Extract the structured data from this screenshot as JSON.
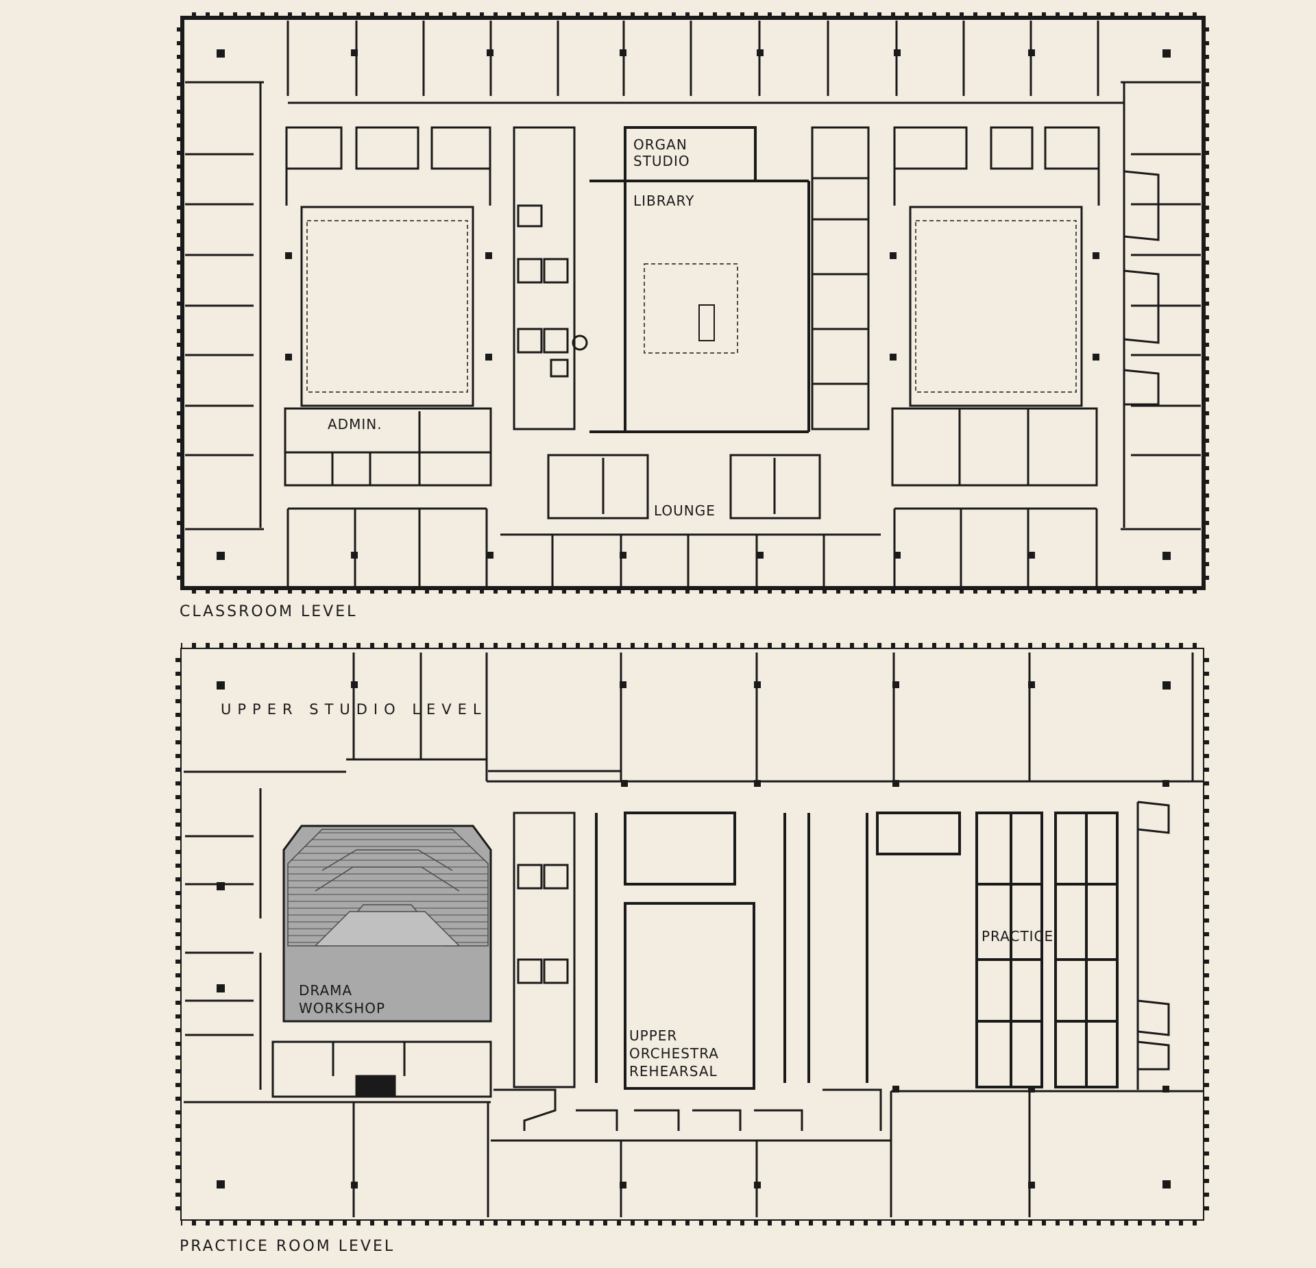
{
  "plans": [
    {
      "caption": "CLASSROOM LEVEL",
      "rooms": {
        "organ_studio_line1": "ORGAN",
        "organ_studio_line2": "STUDIO",
        "library": "LIBRARY",
        "admin": "ADMIN.",
        "lounge": "LOUNGE"
      }
    },
    {
      "caption": "PRACTICE ROOM LEVEL",
      "rooms": {
        "upper_studio_level": "UPPER STUDIO LEVEL",
        "drama_workshop_line1": "DRAMA",
        "drama_workshop_line2": "WORKSHOP",
        "practice": "PRACTICE",
        "upper_orchestra_rehearsal_line1": "UPPER",
        "upper_orchestra_rehearsal_line2": "ORCHESTRA",
        "upper_orchestra_rehearsal_line3": "REHEARSAL"
      }
    }
  ],
  "colors": {
    "paper": "#f3ece0",
    "ink": "#1a1a1a",
    "theater_fill": "#a9a9a9"
  }
}
